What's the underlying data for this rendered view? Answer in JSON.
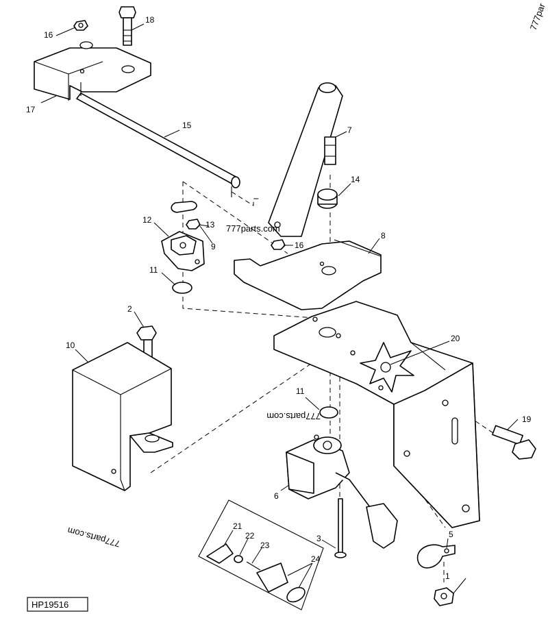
{
  "figure_id": "HP19516",
  "watermarks": [
    "777parts.com",
    "777parts.com",
    "777parts.com",
    "777par"
  ],
  "callouts": [
    {
      "id": "c1",
      "text": "1"
    },
    {
      "id": "c2",
      "text": "2"
    },
    {
      "id": "c3",
      "text": "3"
    },
    {
      "id": "c5",
      "text": "5"
    },
    {
      "id": "c6",
      "text": "6"
    },
    {
      "id": "c7",
      "text": "7"
    },
    {
      "id": "c8",
      "text": "8"
    },
    {
      "id": "c9",
      "text": "9"
    },
    {
      "id": "c10",
      "text": "10"
    },
    {
      "id": "c11a",
      "text": "11"
    },
    {
      "id": "c11b",
      "text": "11"
    },
    {
      "id": "c12",
      "text": "12"
    },
    {
      "id": "c13",
      "text": "13"
    },
    {
      "id": "c14",
      "text": "14"
    },
    {
      "id": "c15",
      "text": "15"
    },
    {
      "id": "c16a",
      "text": "16"
    },
    {
      "id": "c16b",
      "text": "16"
    },
    {
      "id": "c17",
      "text": "17"
    },
    {
      "id": "c18",
      "text": "18"
    },
    {
      "id": "c19",
      "text": "19"
    },
    {
      "id": "c20",
      "text": "20"
    },
    {
      "id": "c21",
      "text": "21"
    },
    {
      "id": "c22",
      "text": "22"
    },
    {
      "id": "c23",
      "text": "23"
    },
    {
      "id": "c24",
      "text": "24"
    }
  ]
}
